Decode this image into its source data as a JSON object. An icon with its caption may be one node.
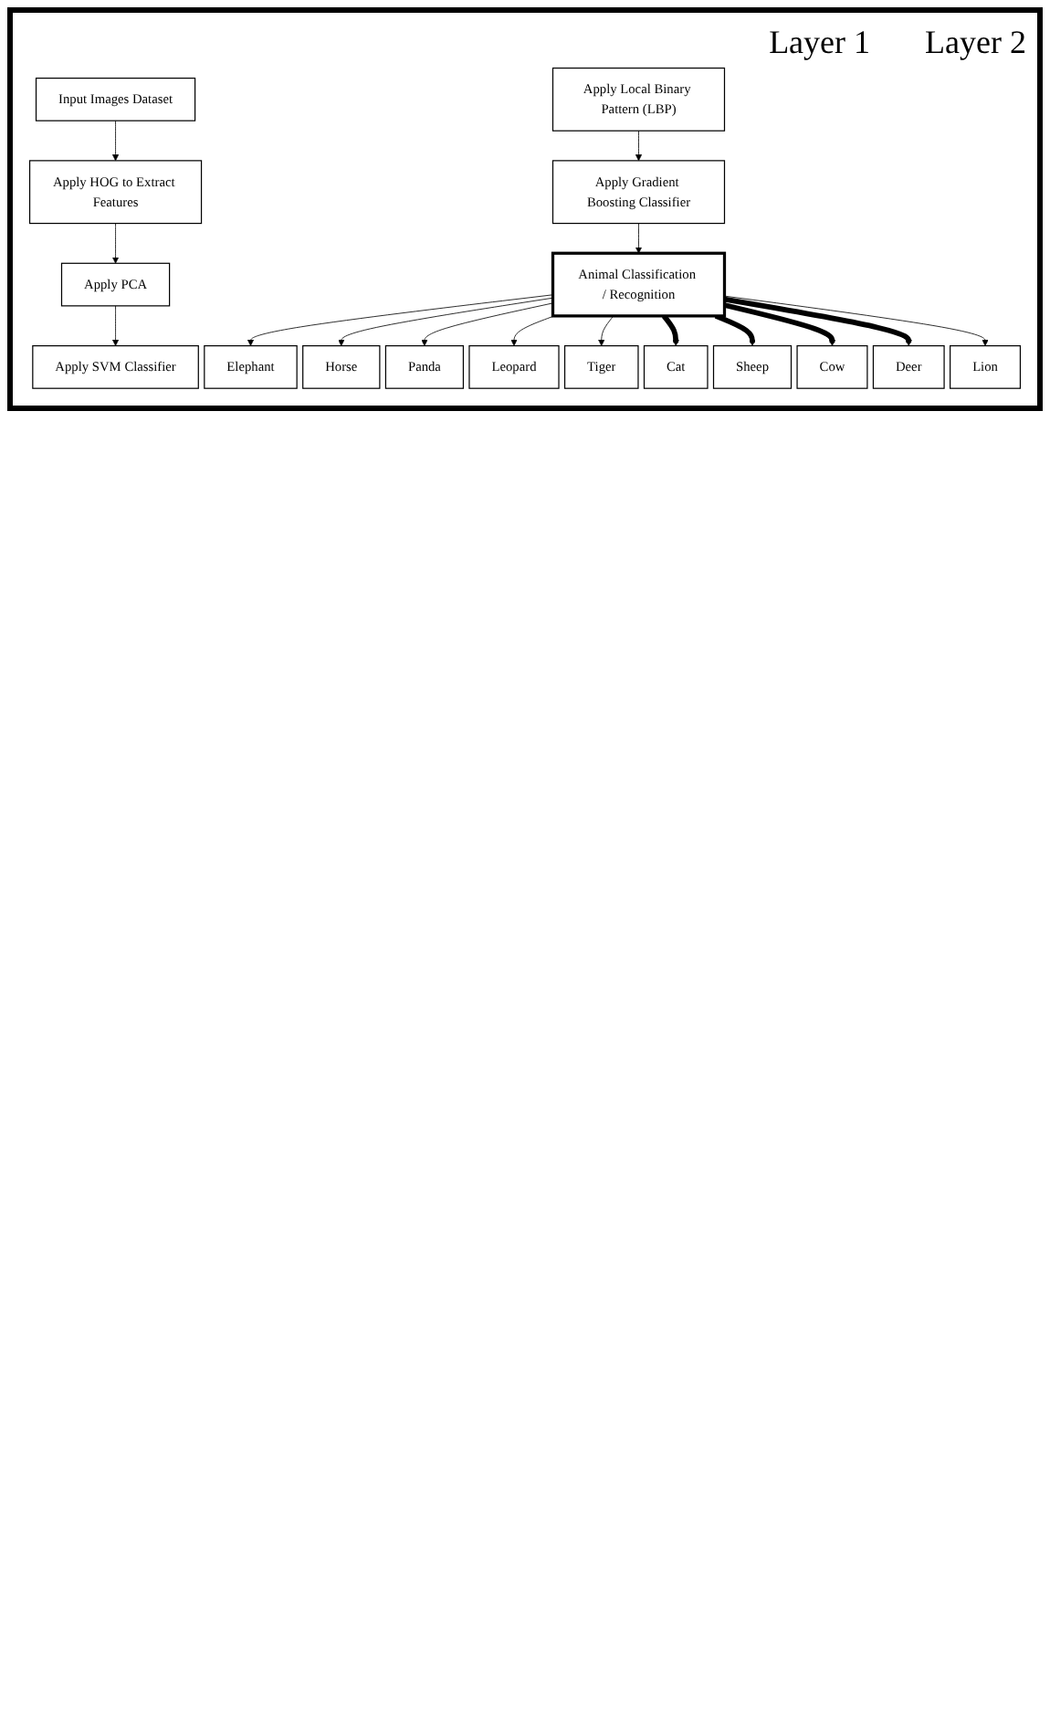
{
  "diagram": {
    "nodes": [
      {
        "text": [
          "Input Images Dataset"
        ]
      },
      {
        "text": [
          "Apply HOG to Extract Features"
        ]
      },
      {
        "text": [
          "Apply PCA"
        ]
      },
      {
        "text": [
          "Apply SVM Classifier"
        ]
      },
      {
        "text": [
          "Apply Local Binary Pattern (LBP)"
        ]
      },
      {
        "text": [
          "Apply Gradient Boosting Classifier"
        ]
      },
      {
        "text": [
          "Animal Classification / Recognition"
        ]
      },
      {
        "text": [
          "Elephant"
        ]
      },
      {
        "text": [
          "Horse"
        ]
      },
      {
        "text": [
          "Panda"
        ]
      },
      {
        "text": [
          "Leopard"
        ]
      },
      {
        "text": [
          "Tiger"
        ]
      },
      {
        "text": [
          "Cat"
        ]
      },
      {
        "text": [
          "Sheep"
        ]
      },
      {
        "text": [
          "Cow"
        ]
      },
      {
        "text": [
          "Deer"
        ]
      },
      {
        "text": [
          "Lion"
        ]
      }
    ],
    "edges": [
      {
        "from": 0,
        "to": 1,
        "arrow": "to"
      },
      {
        "from": 1,
        "to": 2,
        "arrow": "to"
      },
      {
        "from": 2,
        "to": 3,
        "arrow": "to"
      },
      {
        "from": 4,
        "to": 5,
        "arrow": "to"
      },
      {
        "from": 5,
        "to": 6,
        "arrow": "to"
      },
      {
        "from": 6,
        "to": 7,
        "arrow": "to"
      },
      {
        "from": 6,
        "to": 8,
        "arrow": "to"
      },
      {
        "from": 6,
        "to": 9,
        "arrow": "to"
      },
      {
        "from": 6,
        "to": 10,
        "arrow": "to"
      },
      {
        "from": 6,
        "to": 11,
        "arrow": "to"
      },
      {
        "from": 6,
        "to": 12,
        "arrow": "to",
        "style": "thick"
      },
      {
        "from": 6,
        "to": 13,
        "arrow": "to",
        "style": "thick"
      },
      {
        "from": 6,
        "to": 14,
        "arrow": "to",
        "style": "thick"
      },
      {
        "from": 6,
        "to": 15,
        "arrow": "to",
        "style": "thick"
      },
      {
        "from": 6,
        "to": 16,
        "arrow": "to"
      }
    ],
    "labels": [
      "Layer 1",
      "Layer 2"
    ]
  }
}
